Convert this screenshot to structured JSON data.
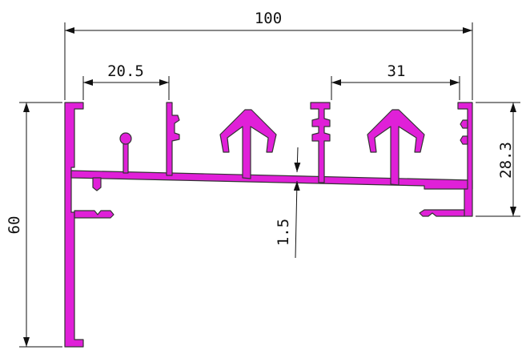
{
  "colors": {
    "profile_fill": "#e020d8",
    "profile_stroke": "#333333",
    "dimension_line": "#111111",
    "background": "#ffffff"
  },
  "dimensions": {
    "overall_width": "100",
    "left_clip_spacing": "20.5",
    "right_clip_spacing": "31",
    "overall_height": "60",
    "right_flange_height": "28.3",
    "wall_thickness": "1.5"
  }
}
